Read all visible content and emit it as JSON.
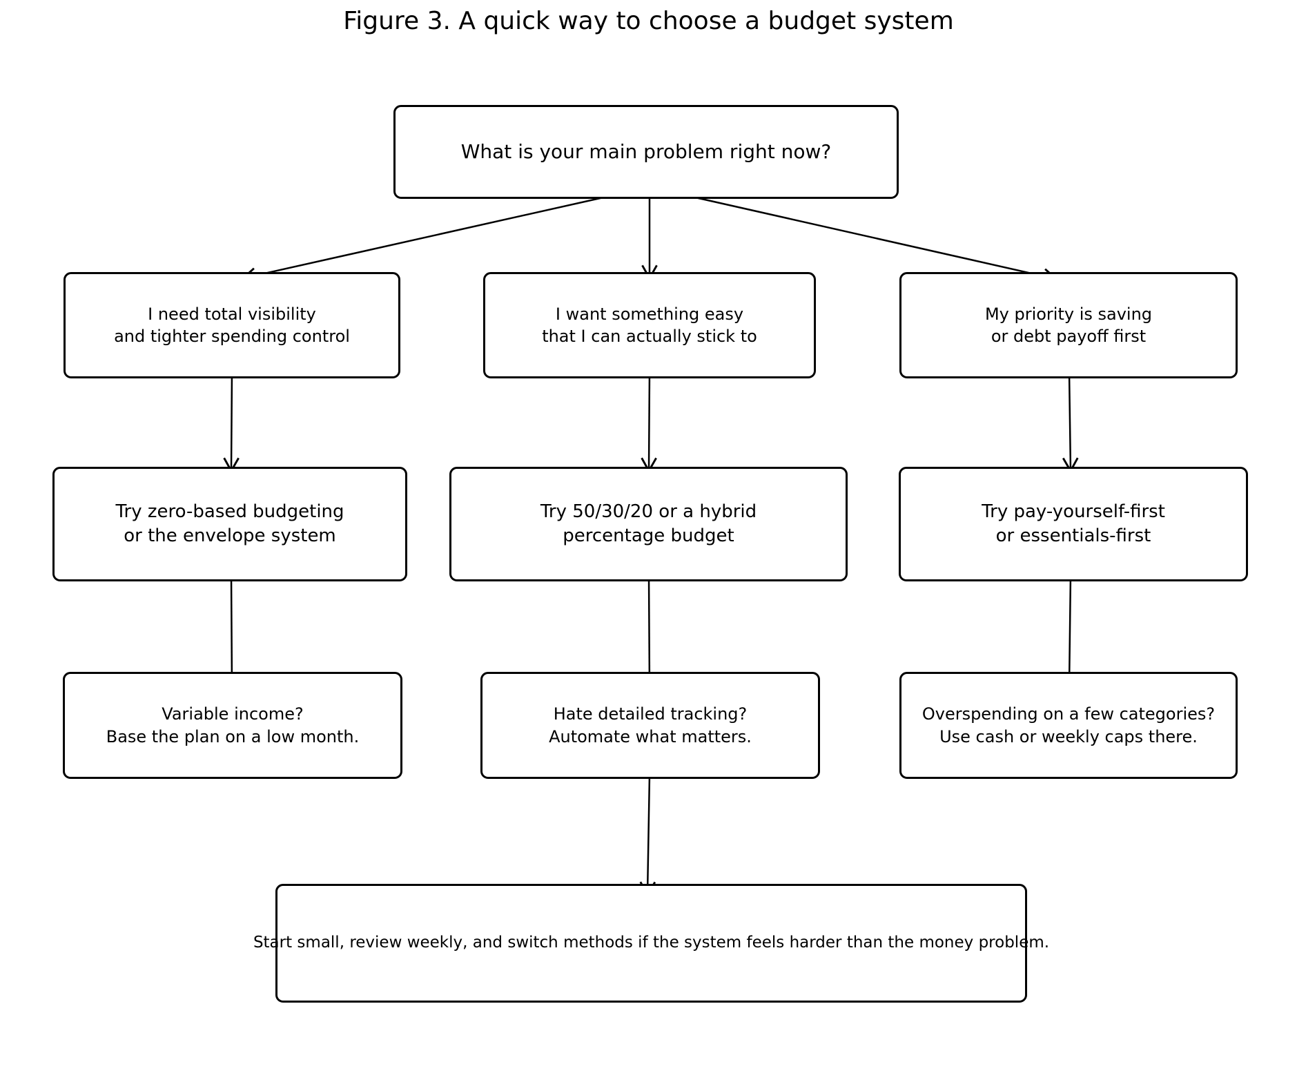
{
  "figure": {
    "title": "Figure 3. A quick way to choose a budget system"
  },
  "colors": {
    "stroke": "#000000",
    "background": "#ffffff"
  },
  "nodes": {
    "question": {
      "text": "What is your main problem right now?"
    },
    "branch_visibility": {
      "lines": [
        "I need total visibility",
        "and tighter spending control"
      ]
    },
    "branch_easy": {
      "lines": [
        "I want something easy",
        "that I can actually stick to"
      ]
    },
    "branch_saving": {
      "lines": [
        "My priority is saving",
        "or debt payoff first"
      ]
    },
    "rec_zero_based": {
      "lines": [
        "Try zero-based budgeting",
        "or the envelope system"
      ]
    },
    "rec_fifty_thirty": {
      "lines": [
        "Try 50/30/20 or a hybrid",
        "percentage budget"
      ]
    },
    "rec_pay_first": {
      "lines": [
        "Try pay-yourself-first",
        "or essentials-first"
      ]
    },
    "tip_variable_income": {
      "lines": [
        "Variable income?",
        "Base the plan on a low month."
      ]
    },
    "tip_tracking": {
      "lines": [
        "Hate detailed tracking?",
        "Automate what matters."
      ]
    },
    "tip_overspending": {
      "lines": [
        "Overspending on a few categories?",
        "Use cash or weekly caps there."
      ]
    },
    "footer": {
      "text": "Start small, review weekly, and switch methods if the system feels harder than the money problem."
    }
  },
  "edges": [
    {
      "from": "question",
      "to": "branch_visibility"
    },
    {
      "from": "question",
      "to": "branch_easy"
    },
    {
      "from": "question",
      "to": "branch_saving"
    },
    {
      "from": "branch_visibility",
      "to": "rec_zero_based"
    },
    {
      "from": "branch_easy",
      "to": "rec_fifty_thirty"
    },
    {
      "from": "branch_saving",
      "to": "rec_pay_first"
    },
    {
      "from": "rec_zero_based",
      "to": "tip_variable_income"
    },
    {
      "from": "rec_fifty_thirty",
      "to": "tip_tracking"
    },
    {
      "from": "rec_pay_first",
      "to": "tip_overspending"
    },
    {
      "from": "tip_tracking",
      "to": "footer"
    }
  ]
}
